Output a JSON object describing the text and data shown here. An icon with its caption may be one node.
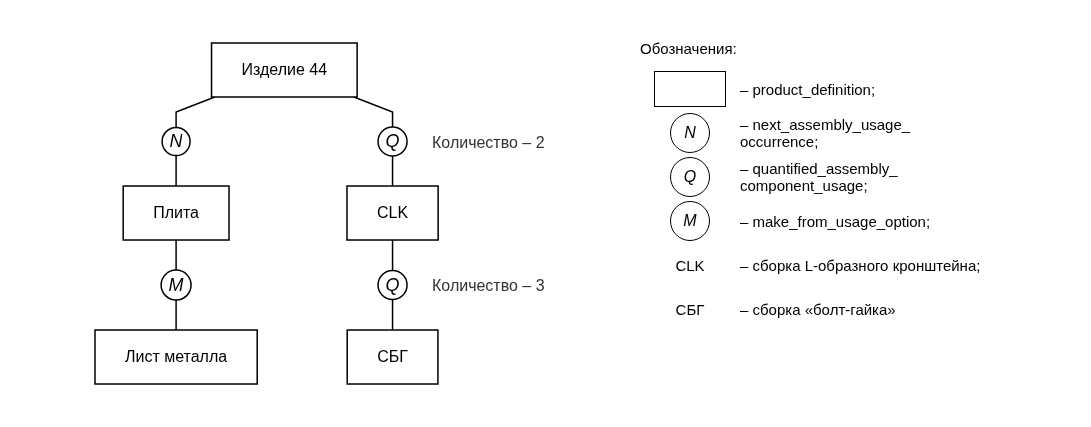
{
  "diagram": {
    "nodes": [
      {
        "text": [
          "Изделие 44"
        ]
      },
      {
        "text": [
          "N"
        ]
      },
      {
        "text": [
          "Q"
        ],
        "beside": [
          "Количество – 2"
        ]
      },
      {
        "text": [
          "Плита"
        ]
      },
      {
        "text": [
          "CLK"
        ]
      },
      {
        "text": [
          "M"
        ]
      },
      {
        "text": [
          "Q"
        ],
        "beside": [
          "Количество – 3"
        ]
      },
      {
        "text": [
          "Лист металла"
        ]
      },
      {
        "text": [
          "СБГ"
        ]
      }
    ],
    "edges": [
      {
        "from": 0,
        "to": 1,
        "arrow": "none"
      },
      {
        "from": 0,
        "to": 2,
        "arrow": "none"
      },
      {
        "from": 1,
        "to": 3,
        "arrow": "none"
      },
      {
        "from": 2,
        "to": 4,
        "arrow": "none"
      },
      {
        "from": 3,
        "to": 5,
        "arrow": "none"
      },
      {
        "from": 4,
        "to": 6,
        "arrow": "none"
      },
      {
        "from": 5,
        "to": 7,
        "arrow": "none"
      },
      {
        "from": 6,
        "to": 8,
        "arrow": "none"
      }
    ],
    "labels": [
      "Обозначения:",
      "N",
      "Q",
      "M",
      "CLK",
      "СБГ"
    ],
    "legend": [
      {
        "text": "– product_definition;"
      },
      {
        "text": "– next_assembly_usage_ occurrence;"
      },
      {
        "text": "– quantified_assembly_ component_usage;"
      },
      {
        "text": "– make_from_usage_option;"
      },
      {
        "text": "– сборка L-образного кронштейна;"
      },
      {
        "text": "– сборка «болт-гайка»"
      }
    ]
  }
}
